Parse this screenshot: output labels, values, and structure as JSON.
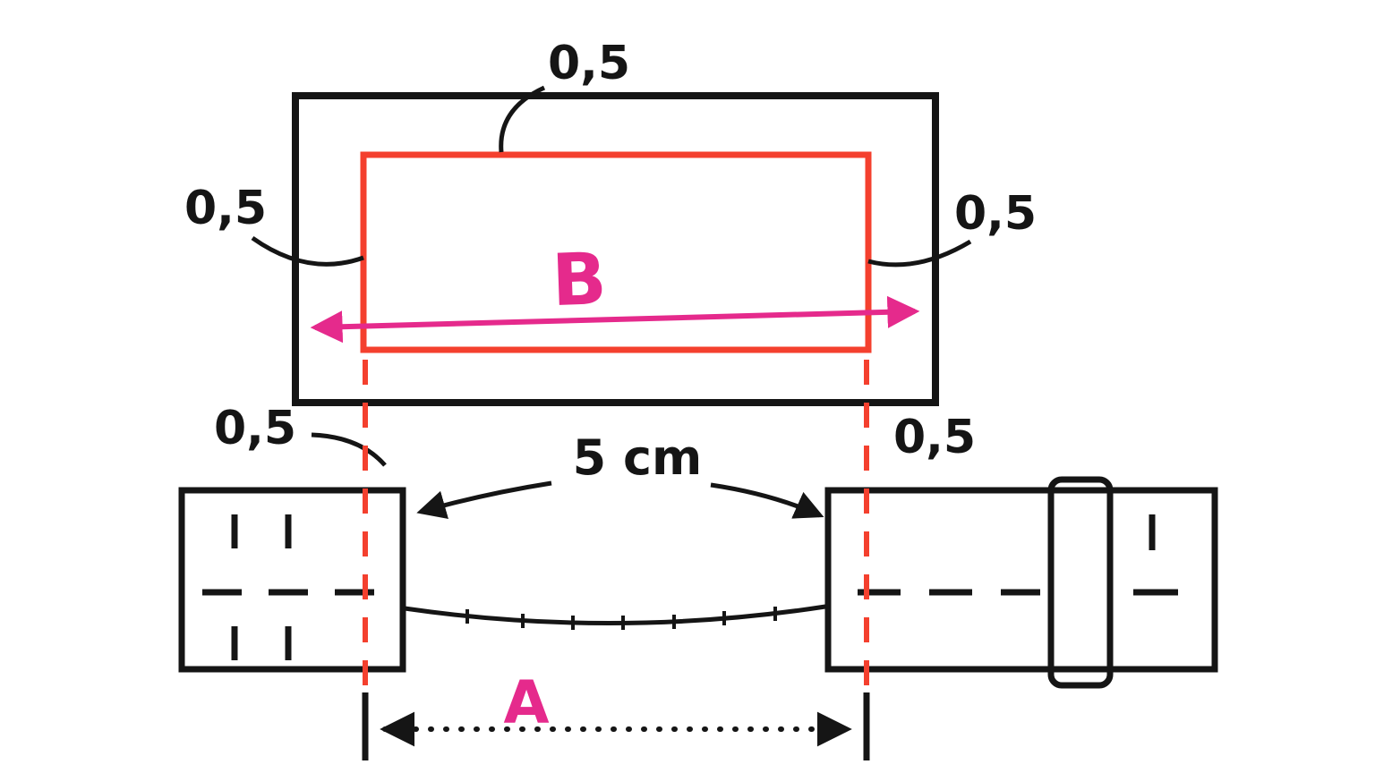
{
  "diagram": {
    "background": "#ffffff",
    "colors": {
      "ink": "#151515",
      "cut_line_red": "#f4402e",
      "dimension_pink": "#e52a8c"
    },
    "labels": {
      "offset_top": "0,5",
      "offset_left": "0,5",
      "offset_right": "0,5",
      "offset_bottom_left": "0,5",
      "offset_bottom_right": "0,5",
      "gap": "5 cm",
      "inner_width": "B",
      "outer_distance": "A"
    },
    "values": {
      "margin_each_side": "0,5",
      "gap_length": "5 cm"
    }
  }
}
